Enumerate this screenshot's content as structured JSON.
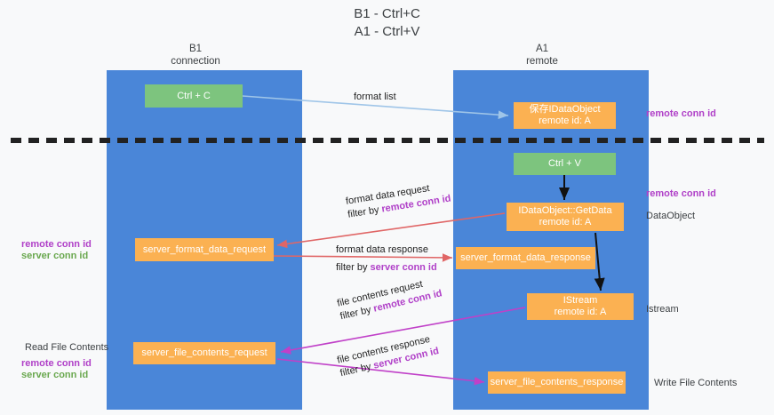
{
  "title": {
    "line1": "B1 - Ctrl+C",
    "line2": "A1 - Ctrl+V"
  },
  "columns": [
    {
      "id": "b1",
      "name": "B1",
      "role": "connection"
    },
    {
      "id": "a1",
      "name": "A1",
      "role": "remote"
    }
  ],
  "nodes": {
    "ctrl_c": {
      "label": "Ctrl + C",
      "color": "#7dc47e"
    },
    "save_idataobject": {
      "label": "保存IDataObject",
      "sub": "remote id: A",
      "color": "#fbb152"
    },
    "ctrl_v": {
      "label": "Ctrl + V",
      "color": "#7dc47e"
    },
    "getdata": {
      "label": "IDataObject::GetData",
      "sub": "remote id: A",
      "color": "#fbb152"
    },
    "server_format_data_request": {
      "label": "server_format_data_request",
      "color": "#fbb152"
    },
    "server_format_data_response": {
      "label": "server_format_data_response",
      "color": "#fbb152"
    },
    "istream": {
      "label": "IStream",
      "sub": "remote id: A",
      "color": "#fbb152"
    },
    "server_file_contents_request": {
      "label": "server_file_contents_request",
      "color": "#fbb152"
    },
    "server_file_contents_response": {
      "label": "server_file_contents_response",
      "color": "#fbb152"
    }
  },
  "edges": {
    "format_list": {
      "label": "format list",
      "color": "#9fc5e8"
    },
    "format_data_request": {
      "label": "format data request",
      "filter_prefix": "filter by ",
      "filter_key": "remote conn id",
      "color": "#e06666"
    },
    "format_data_response": {
      "label": "format data response",
      "filter_prefix": "filter by ",
      "filter_key": "server conn id",
      "color": "#e06666"
    },
    "file_contents_request": {
      "label": "file contents request",
      "filter_prefix": "filter by ",
      "filter_key": "remote conn id",
      "color": "#c040c8"
    },
    "file_contents_response": {
      "label": "file contents response",
      "filter_prefix": "filter by ",
      "filter_key": "server conn id",
      "color": "#c040c8"
    }
  },
  "side_labels": {
    "remote_conn_id_top": "remote conn id",
    "remote_conn_id_mid": "remote conn id",
    "dataobject": "DataObject",
    "istream": "Istream",
    "write_file_contents": "Write File Contents",
    "read_file_contents": "Read File Contents"
  },
  "key_labels": {
    "remote_conn_id": "remote conn id",
    "server_conn_id": "server conn id"
  },
  "colors": {
    "lane": "#4a86d8",
    "green_node": "#7dc47e",
    "orange_node": "#fbb152",
    "purple_text": "#b040c8",
    "green_text": "#6aa84f",
    "red_arrow": "#e06666",
    "magenta_arrow": "#c040c8",
    "blue_arrow": "#9fc5e8",
    "background": "#f8f9fa"
  }
}
